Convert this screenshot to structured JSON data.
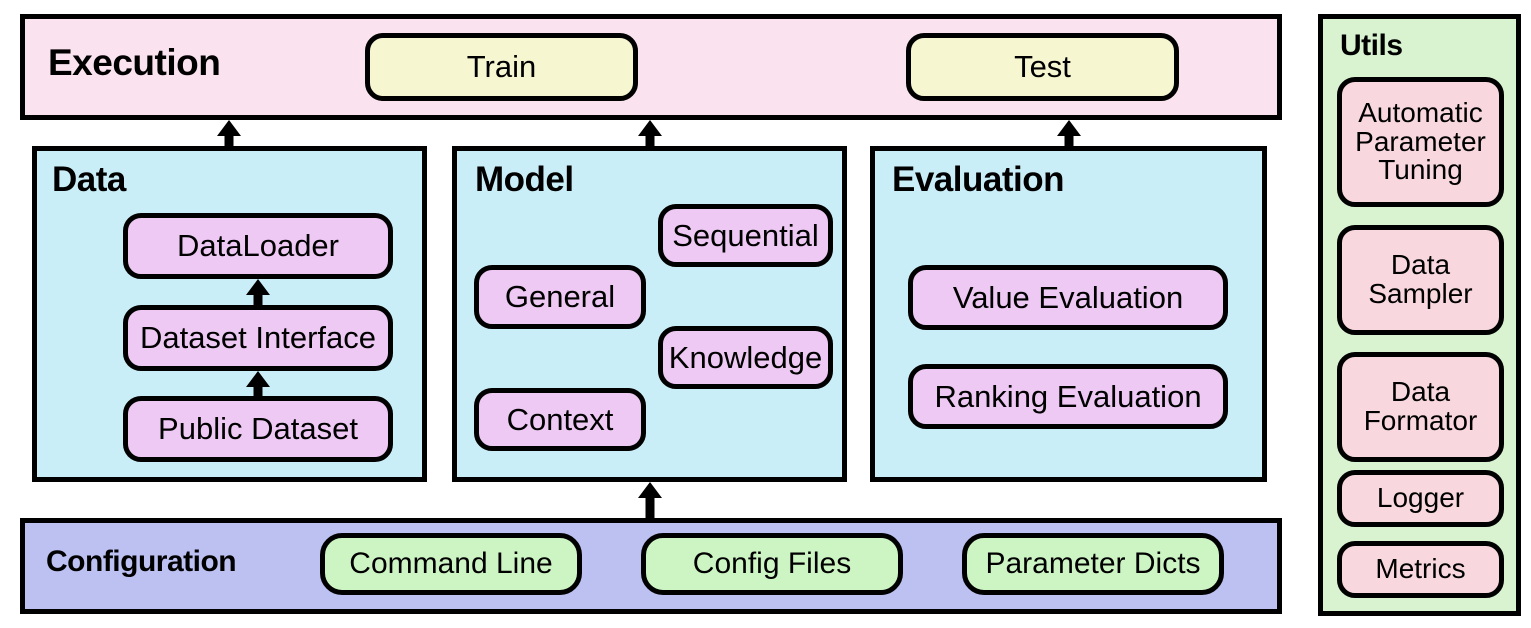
{
  "diagram": {
    "title": "RecBole-style library architecture diagram",
    "colors": {
      "execution_bg": "#fae2ef",
      "layer_bg": "#c9eef8",
      "configuration_bg": "#bcc1f2",
      "utils_bg": "#d9f3d1",
      "pill_yellow": "#f6f6d0",
      "pill_purple": "#eec9f4",
      "pill_green": "#cdf5c4",
      "pill_pink": "#f8d8de",
      "stroke": "#000000"
    }
  },
  "execution": {
    "title": "Execution",
    "items": [
      {
        "label": "Train"
      },
      {
        "label": "Test"
      }
    ]
  },
  "data": {
    "title": "Data",
    "items": [
      {
        "label": "DataLoader"
      },
      {
        "label": "Dataset Interface"
      },
      {
        "label": "Public Dataset"
      }
    ]
  },
  "model": {
    "title": "Model",
    "items": [
      {
        "label": "Sequential"
      },
      {
        "label": "General"
      },
      {
        "label": "Knowledge"
      },
      {
        "label": "Context"
      }
    ]
  },
  "evaluation": {
    "title": "Evaluation",
    "items": [
      {
        "label": "Value Evaluation"
      },
      {
        "label": "Ranking Evaluation"
      }
    ]
  },
  "configuration": {
    "title": "Configuration",
    "items": [
      {
        "label": "Command Line"
      },
      {
        "label": "Config Files"
      },
      {
        "label": "Parameter Dicts"
      }
    ]
  },
  "utils": {
    "title": "Utils",
    "items": [
      {
        "label": "Automatic\nParameter\nTuning"
      },
      {
        "label": "Data\nSampler"
      },
      {
        "label": "Data\nFormator"
      },
      {
        "label": "Logger"
      },
      {
        "label": "Metrics"
      }
    ]
  }
}
